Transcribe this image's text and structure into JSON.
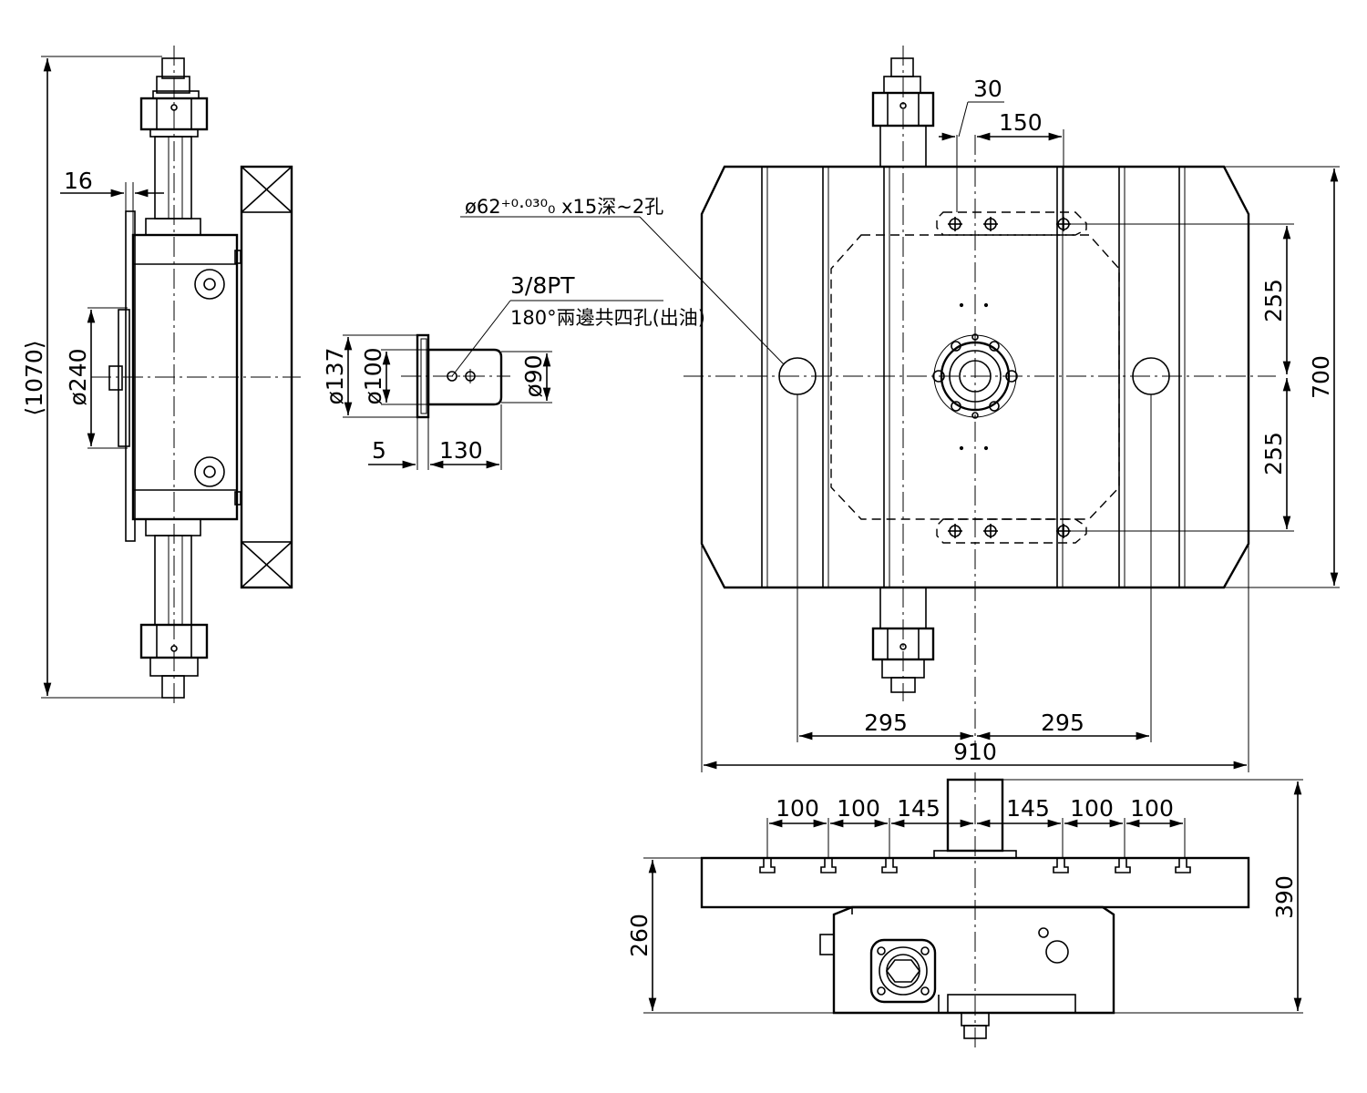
{
  "labels": {
    "d16": "16",
    "d1070": "⟨1070⟩",
    "d240": "ø240",
    "d137": "ø137",
    "d100": "ø100",
    "d90": "ø90",
    "d5": "5",
    "d130": "130",
    "pt": "3/8PT",
    "oil": "180°兩邊共四孔(出油)",
    "hole": "ø62⁺⁰·⁰³⁰₀ x15深~2孔",
    "d30": "30",
    "d150": "150",
    "d255a": "255",
    "d255b": "255",
    "d700": "700",
    "d295a": "295",
    "d295b": "295",
    "d910": "910",
    "s100a": "100",
    "s100b": "100",
    "s145a": "145",
    "s145b": "145",
    "s100c": "100",
    "s100d": "100",
    "d260": "260",
    "d390": "390"
  }
}
